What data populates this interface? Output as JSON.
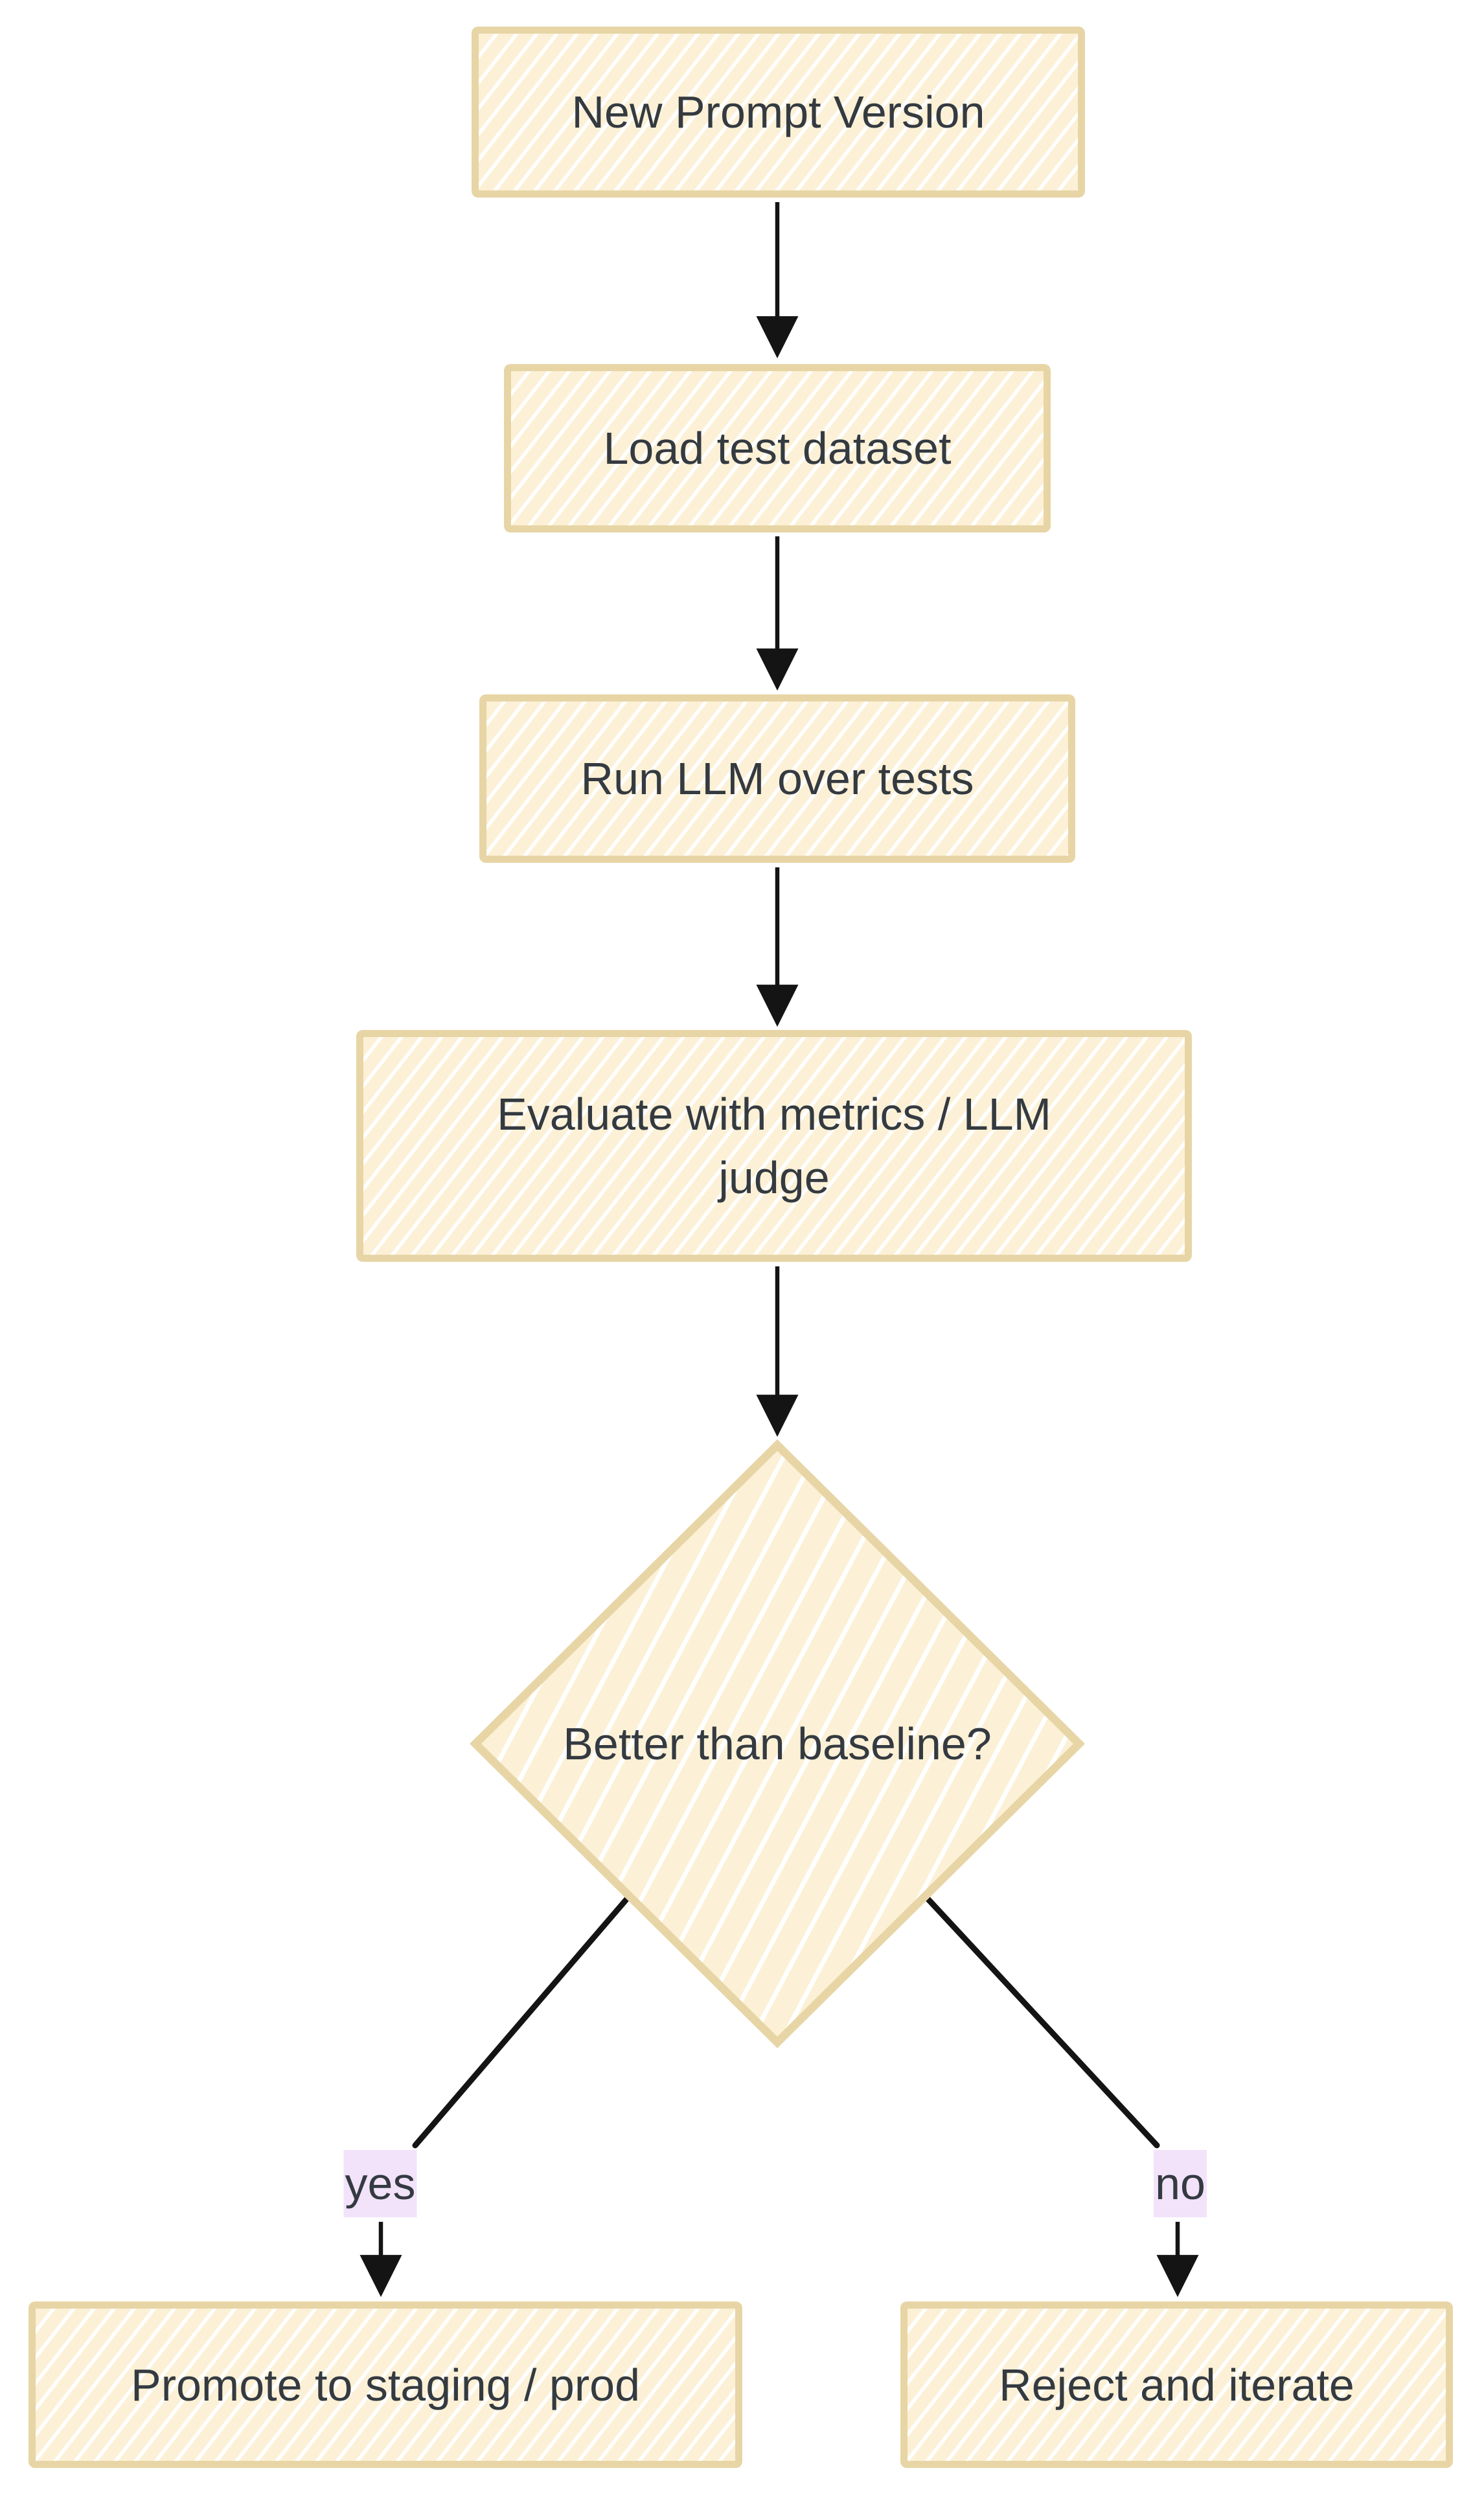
{
  "diagram": {
    "type": "flowchart",
    "colors": {
      "canvas_bg": "#ffffff",
      "node_fill": "#fcf1d6",
      "node_hatch": "#ffffff",
      "node_border": "#e8d5a6",
      "text": "#343a40",
      "arrow": "#141414",
      "edge_label_bg": "#f2e2fa"
    },
    "nodes": [
      {
        "id": "new-prompt-version",
        "shape": "rectangle",
        "label": "New Prompt Version"
      },
      {
        "id": "load-test-dataset",
        "shape": "rectangle",
        "label": "Load test dataset"
      },
      {
        "id": "run-llm-over-tests",
        "shape": "rectangle",
        "label": "Run LLM over tests"
      },
      {
        "id": "evaluate-with-metrics",
        "shape": "rectangle",
        "label": "Evaluate with metrics / LLM judge"
      },
      {
        "id": "better-than-baseline",
        "shape": "diamond",
        "label": "Better than baseline?"
      },
      {
        "id": "promote-staging-prod",
        "shape": "rectangle",
        "label": "Promote to staging / prod"
      },
      {
        "id": "reject-and-iterate",
        "shape": "rectangle",
        "label": "Reject and iterate"
      }
    ],
    "edges": [
      {
        "from": "new-prompt-version",
        "to": "load-test-dataset",
        "label": ""
      },
      {
        "from": "load-test-dataset",
        "to": "run-llm-over-tests",
        "label": ""
      },
      {
        "from": "run-llm-over-tests",
        "to": "evaluate-with-metrics",
        "label": ""
      },
      {
        "from": "evaluate-with-metrics",
        "to": "better-than-baseline",
        "label": ""
      },
      {
        "from": "better-than-baseline",
        "to": "promote-staging-prod",
        "label": "yes"
      },
      {
        "from": "better-than-baseline",
        "to": "reject-and-iterate",
        "label": "no"
      }
    ]
  }
}
